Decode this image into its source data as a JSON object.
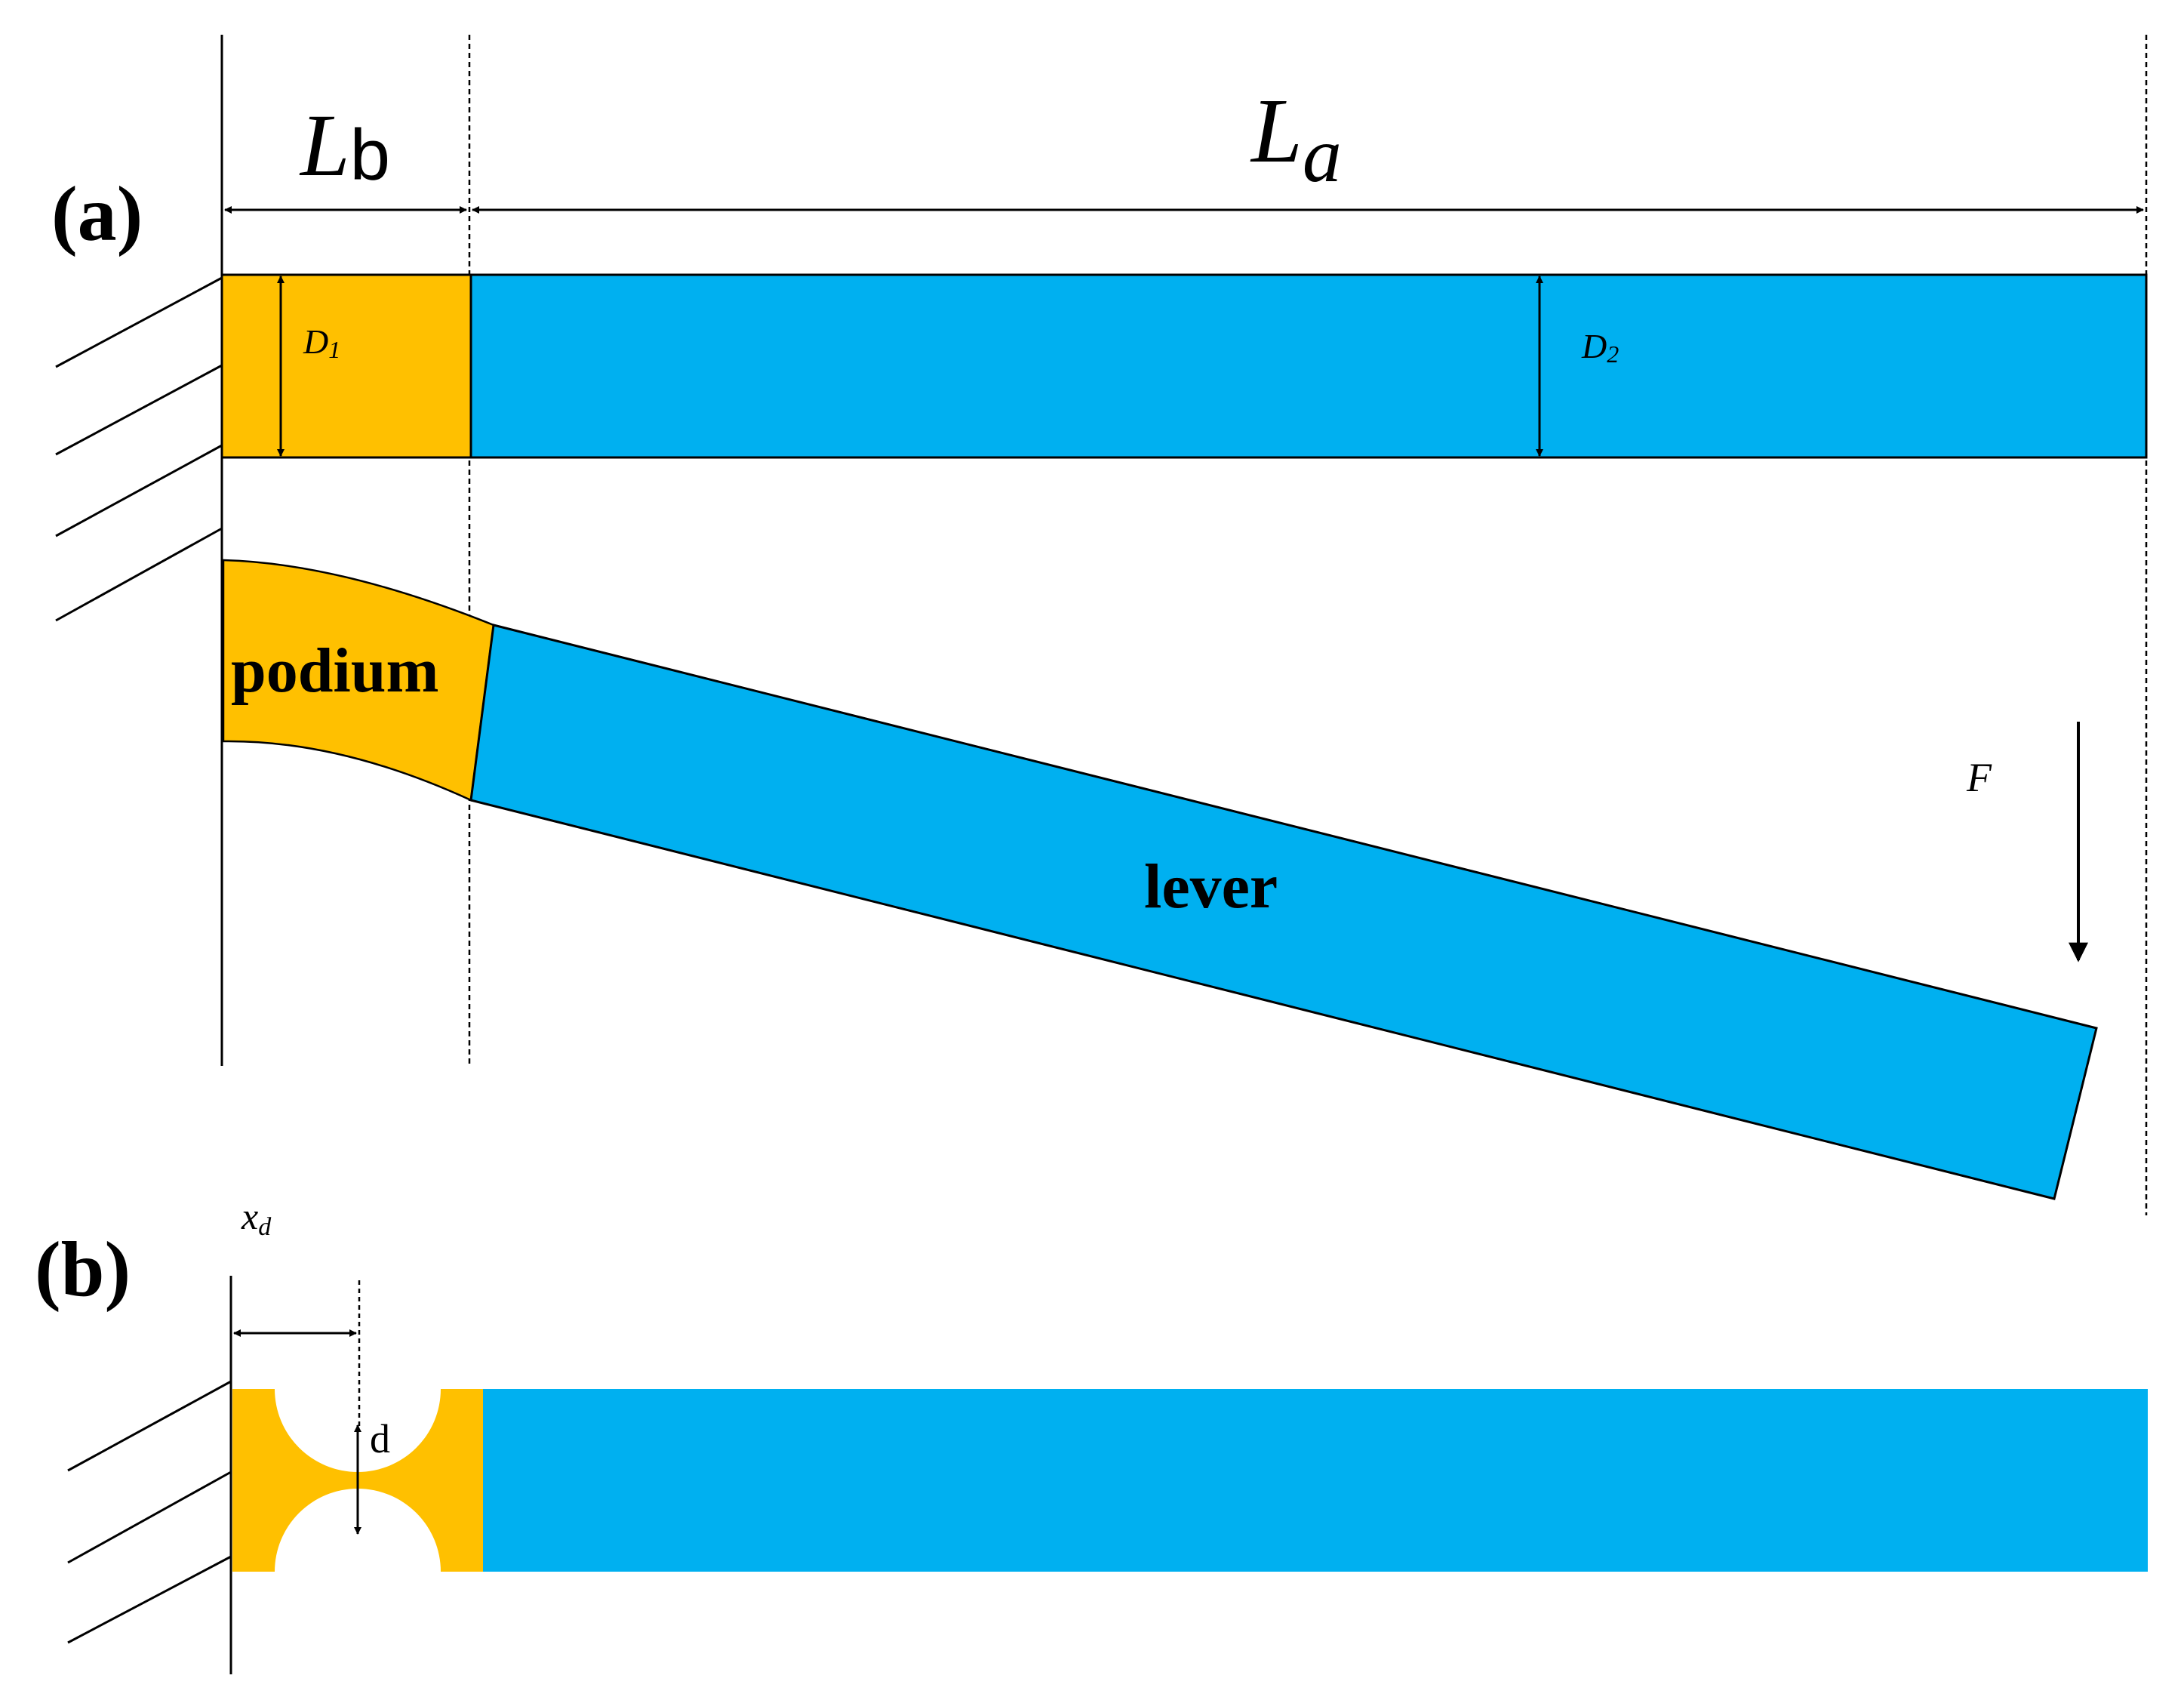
{
  "panels": {
    "a": {
      "label": "(a)",
      "dimensions": {
        "lb": {
          "symbol": "L",
          "subscript": "b"
        },
        "la": {
          "symbol": "L",
          "subscript": "a"
        },
        "d1": {
          "symbol": "D",
          "subscript": "1"
        },
        "d2": {
          "symbol": "D",
          "subscript": "2"
        }
      },
      "deformed": {
        "podium_label": "podium",
        "lever_label": "lever",
        "force_label": "F"
      }
    },
    "b": {
      "label": "(b)",
      "xd": {
        "symbol": "x",
        "subscript": "d"
      },
      "notch_label": "d"
    }
  },
  "colors": {
    "podium": "#FFC000",
    "lever": "#00B0F0",
    "outline": "#000000",
    "background": "#FFFFFF"
  }
}
